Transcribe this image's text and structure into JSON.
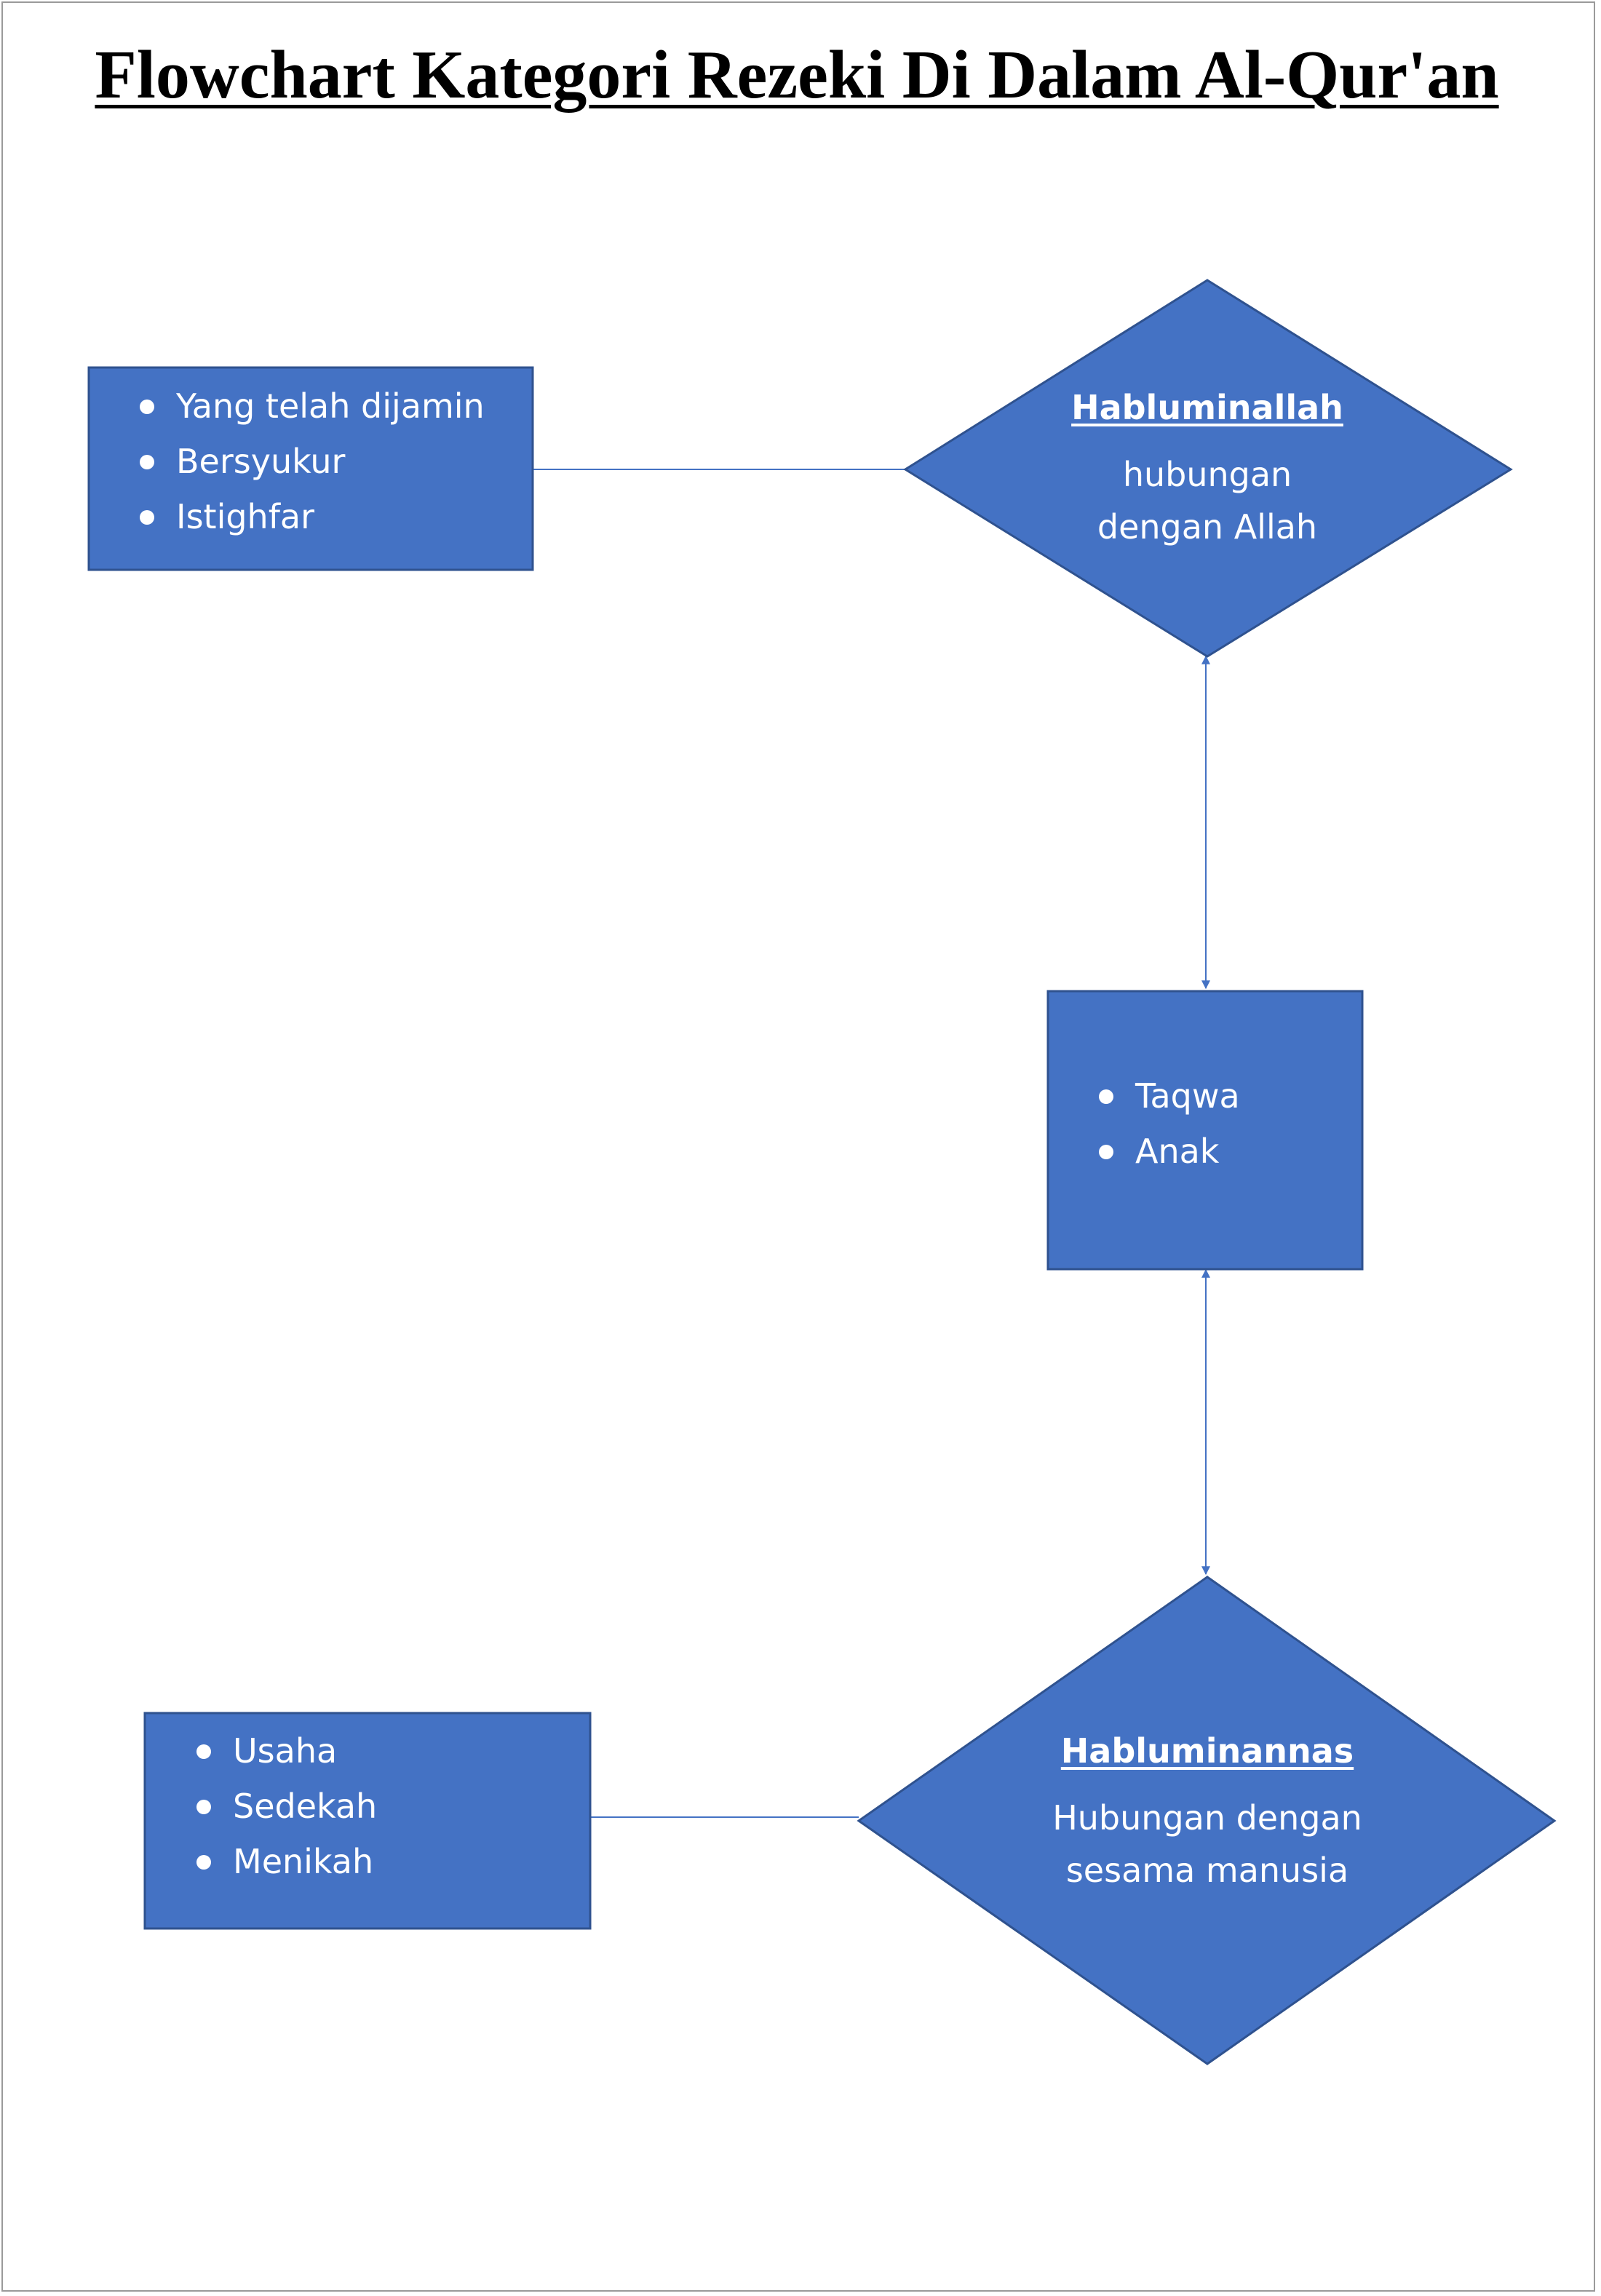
{
  "title": "Flowchart Kategori Rezeki Di Dalam Al-Qur'an",
  "colors": {
    "fill": "#4472c4",
    "stroke": "#2f528f",
    "line": "#4472c4",
    "text": "#ffffff"
  },
  "nodes": {
    "hablum_allah": {
      "title": "Habluminallah",
      "desc_lines": [
        "hubungan",
        "dengan Allah"
      ]
    },
    "hablum_annas": {
      "title": "Habluminannas",
      "desc_lines": [
        "Hubungan dengan",
        "sesama manusia"
      ]
    },
    "allah_list": {
      "items": [
        "Yang telah dijamin",
        "Bersyukur",
        "Istighfar"
      ]
    },
    "middle_list": {
      "items": [
        "Taqwa",
        "Anak"
      ]
    },
    "annas_list": {
      "items": [
        "Usaha",
        "Sedekah",
        "Menikah"
      ]
    }
  }
}
